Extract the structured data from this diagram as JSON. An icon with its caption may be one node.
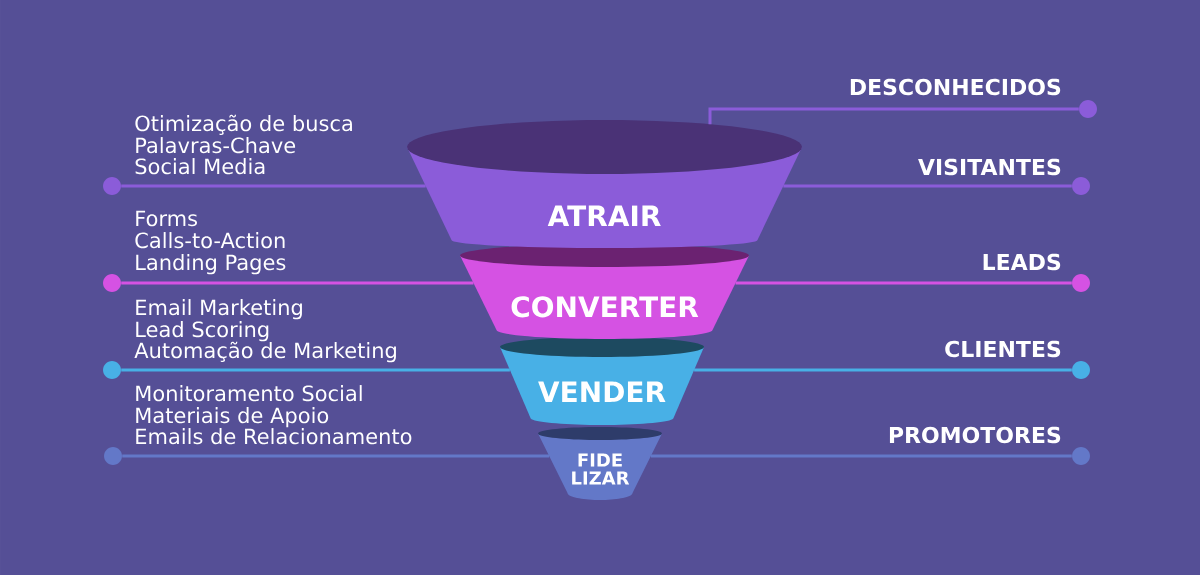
{
  "diagram": {
    "nodes": [
      {
        "text": [
          "ATRAIR"
        ]
      },
      {
        "text": [
          "CONVERTER"
        ]
      },
      {
        "text": [
          "VENDER"
        ]
      },
      {
        "text": [
          "FIDE LIZAR"
        ]
      },
      {
        "text": [],
        "shape": "circle",
        "beside": [
          "Otimização de busca",
          "Palavras-Chave",
          "Social Media"
        ]
      },
      {
        "text": [],
        "shape": "circle",
        "beside": [
          "Forms",
          "Calls-to-Action",
          "Landing Pages"
        ]
      },
      {
        "text": [],
        "shape": "circle",
        "beside": [
          "Email Marketing",
          "Lead Scoring",
          "Automação de Marketing"
        ]
      },
      {
        "text": [],
        "shape": "circle",
        "beside": [
          "Monitoramento Social",
          "Materiais de Apoio",
          "Emails de Relacionamento"
        ]
      },
      {
        "text": [],
        "shape": "circle",
        "beside": [
          "DESCONHECIDOS"
        ]
      },
      {
        "text": [],
        "shape": "circle",
        "beside": [
          "VISITANTES"
        ]
      },
      {
        "text": [],
        "shape": "circle",
        "beside": [
          "LEADS"
        ]
      },
      {
        "text": [],
        "shape": "circle",
        "beside": [
          "CLIENTES"
        ]
      },
      {
        "text": [],
        "shape": "circle",
        "beside": [
          "PROMOTORES"
        ]
      }
    ],
    "edges": [
      {
        "from": 4,
        "to": 0,
        "arrow": "none"
      },
      {
        "from": 0,
        "to": 8,
        "arrow": "none"
      },
      {
        "from": 0,
        "to": 9,
        "arrow": "none"
      },
      {
        "from": 5,
        "to": 1,
        "arrow": "none",
        "color": "#d552e3"
      },
      {
        "from": 1,
        "to": 10,
        "arrow": "none",
        "color": "#d552e3"
      },
      {
        "from": 6,
        "to": 2,
        "arrow": "none",
        "color": "#48b0e6"
      },
      {
        "from": 2,
        "to": 11,
        "arrow": "none",
        "color": "#48b0e6"
      },
      {
        "from": 7,
        "to": 3,
        "arrow": "none",
        "color": "#6378c8"
      },
      {
        "from": 3,
        "to": 12,
        "arrow": "none",
        "color": "#6378c8"
      }
    ]
  }
}
